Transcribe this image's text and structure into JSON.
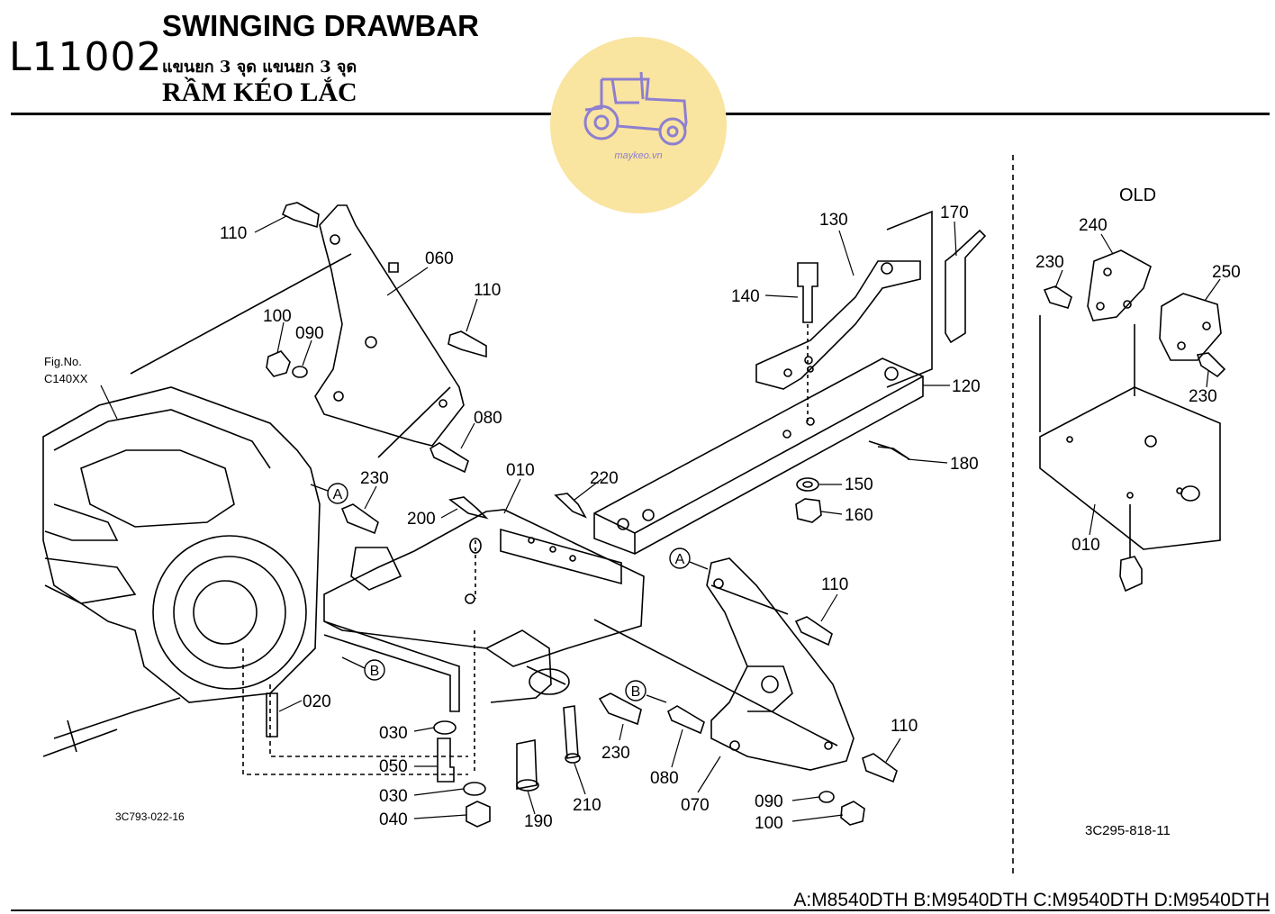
{
  "header": {
    "page_code": "L11002",
    "title_en": "SWINGING DRAWBAR",
    "title_th": "แขนยก 3 จุด แขนยก 3 จุด",
    "title_vi": "RẦM KÉO LẮC",
    "logo_text": "maykeo.vn"
  },
  "diagram": {
    "ref_main": "3C793-022-16",
    "ref_old": "3C295-818-11",
    "old_label": "OLD",
    "fig_no_label": "Fig.No.",
    "fig_no_value": "C140XX",
    "part_labels": {
      "p110a": "110",
      "p060": "060",
      "p110b": "110",
      "p100a": "100",
      "p090a": "090",
      "p080a": "080",
      "p230a": "230",
      "p010": "010",
      "p220": "220",
      "p200": "200",
      "p130": "130",
      "p170": "170",
      "p140": "140",
      "p120": "120",
      "p180": "180",
      "p150": "150",
      "p160": "160",
      "p110c": "110",
      "p020": "020",
      "p030a": "030",
      "p050": "050",
      "p030b": "030",
      "p040": "040",
      "p190": "190",
      "p210": "210",
      "p230b": "230",
      "p080b": "080",
      "p070": "070",
      "p110d": "110",
      "p090b": "090",
      "p100b": "100",
      "p240": "240",
      "p230c": "230",
      "p250": "250",
      "p230d": "230",
      "p010b": "010"
    },
    "markers": {
      "A": "A",
      "B": "B"
    }
  },
  "footer": {
    "models": "A:M8540DTH B:M9540DTH C:M9540DTH D:M9540DTH"
  }
}
